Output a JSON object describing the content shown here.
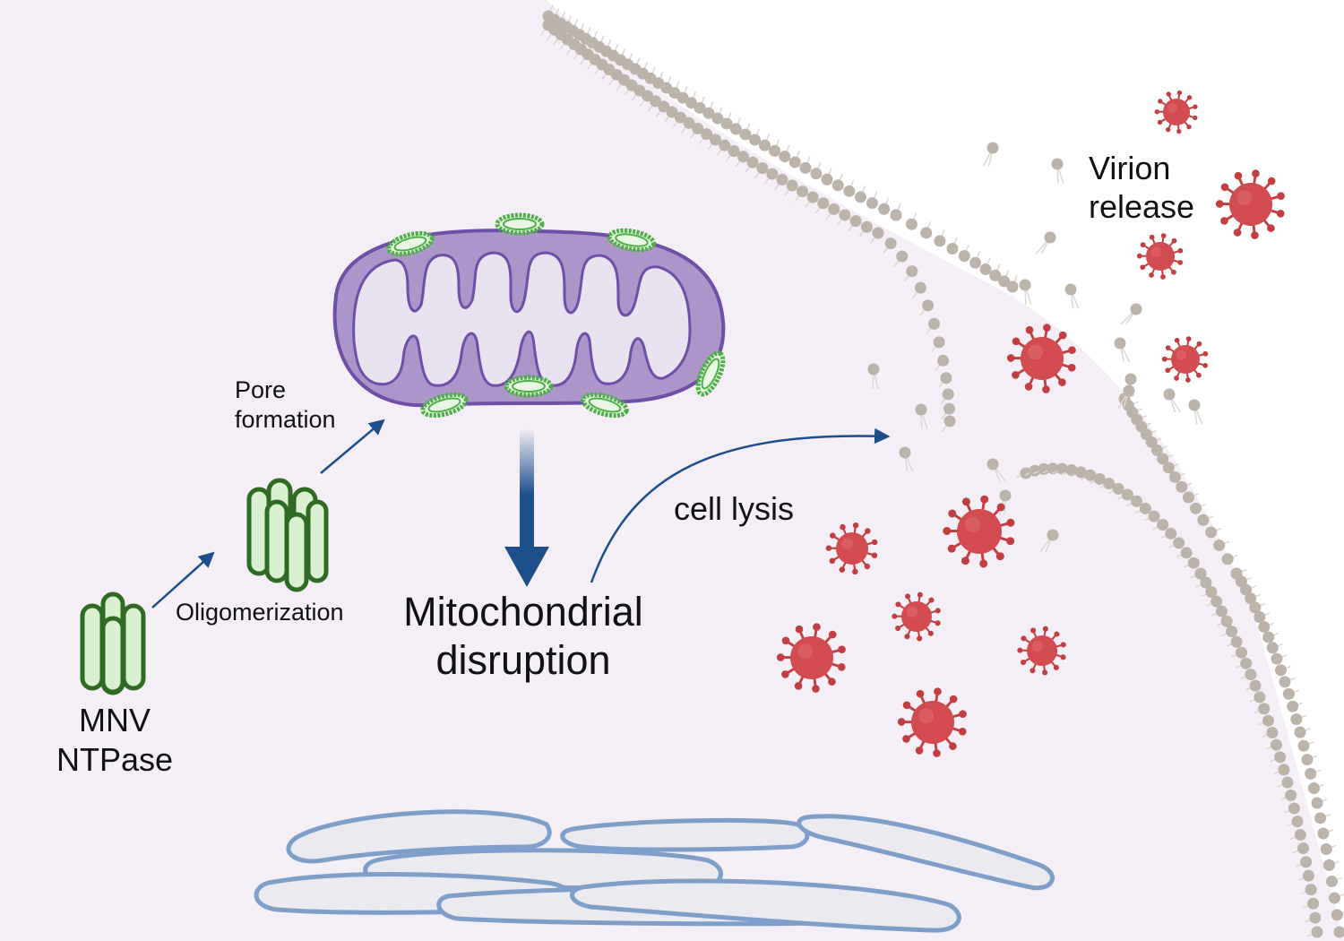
{
  "labels": {
    "mnv_line1": "MNV",
    "mnv_line2": "NTPase",
    "oligomerization": "Oligomerization",
    "pore_line1": "Pore",
    "pore_line2": "formation",
    "mito_line1": "Mitochondrial",
    "mito_line2": "disruption",
    "cell_lysis": "cell lysis",
    "virion_line1": "Virion",
    "virion_line2": "release"
  },
  "colors": {
    "cytoplasm": "#f4eff6",
    "membrane_head": "#bcb3ab",
    "membrane_tail": "#ddd7d1",
    "protein_fill": "#d9f1cf",
    "protein_stroke": "#2f6b22",
    "pore_stroke": "#4cb046",
    "mito_outer": "#ab95c9",
    "mito_stroke": "#6f4fa8",
    "mito_inner": "#e8e2f1",
    "arrow": "#1c4f8a",
    "virus_body": "#d24b4f",
    "virus_spike": "#c33e43",
    "er_fill": "#eaeaf0",
    "er_stroke": "#7f9fcb"
  },
  "icons": [
    "ntpase-monomer-icon",
    "ntpase-oligomer-icon",
    "mitochondrion-icon",
    "membrane-pore-icon",
    "virion-icon",
    "endoplasmic-reticulum-icon",
    "lipid-bilayer-icon"
  ]
}
